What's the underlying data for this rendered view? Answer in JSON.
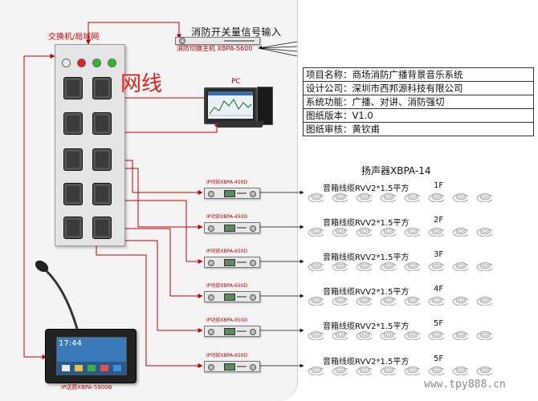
{
  "switch": {
    "title": "交换机/局域网"
  },
  "fire_host": {
    "title": "消防开关量信号输入",
    "label": "消防切换主机 XBPA-5600"
  },
  "network_label": "网线",
  "pc": {
    "label": "PC"
  },
  "info": {
    "project": "项目名称：商场消防广播背景音乐系统",
    "design": "设计公司：深圳市西邦源科技有限公司",
    "function": "系统功能：广播、对讲、消防强切",
    "version": "图纸版本：V1.0",
    "review": "图纸审核：黄钦甫"
  },
  "speakers": {
    "title": "扬声器XBPA-14"
  },
  "floors": [
    {
      "amp": "IP功放XBPA-450D",
      "cable": "音箱线缆RVV2*1.5平方",
      "floor": "1F"
    },
    {
      "amp": "IP功放XBPA-450D",
      "cable": "音箱线缆RVV2*1.5平方",
      "floor": "2F"
    },
    {
      "amp": "IP功放XBPA-650D",
      "cable": "音箱线缆RVV2*1.5平方",
      "floor": "3F"
    },
    {
      "amp": "IP功放XBPA-650D",
      "cable": "音箱线缆RVV2*1.5平方",
      "floor": "4F"
    },
    {
      "amp": "IP功放XBPA-650D",
      "cable": "音箱线缆RVV2*1.5平方",
      "floor": "5F"
    },
    {
      "amp": "IP功放XBPA-650D",
      "cable": "音箱线缆RVV2*1.5平方",
      "floor": "5F"
    }
  ],
  "console": {
    "label": "IP话筒XBPA-5900B",
    "clock": "17:44"
  },
  "watermark": "www.tpy888.cn",
  "colors": {
    "wire": "#c00000",
    "label": "#c00000",
    "network": "#e02020"
  }
}
